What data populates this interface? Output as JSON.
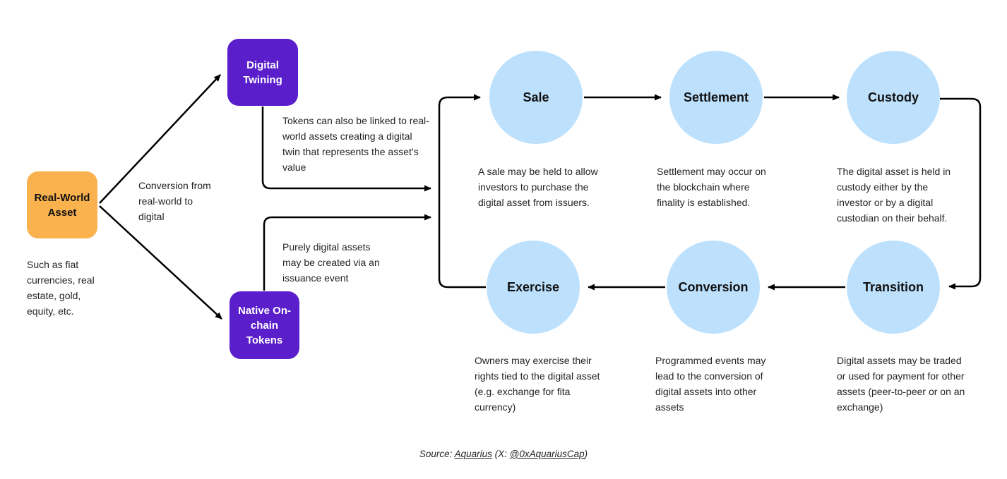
{
  "colors": {
    "orange": "#F9B24E",
    "purple": "#5A1ECB",
    "light_blue": "#BDE1FD",
    "line": "#000000",
    "text": "#242424"
  },
  "source_asset": {
    "title": "Real-World Asset",
    "caption": "Such as fiat currencies, real estate, gold, equity, etc."
  },
  "conversion_label": "Conversion from real-world to digital",
  "branches": [
    {
      "title": "Digital Twining",
      "description": "Tokens can also be linked to real-world assets creating a digital twin that represents the asset’s value"
    },
    {
      "title": "Native On-chain Tokens",
      "description": "Purely digital assets may be created via an issuance event"
    }
  ],
  "lifecycle": [
    {
      "label": "Sale",
      "description": "A sale may be held to allow investors to purchase the digital asset from issuers."
    },
    {
      "label": "Settlement",
      "description": "Settlement may occur on the blockchain where finality is established."
    },
    {
      "label": "Custody",
      "description": "The digital asset is held in custody either by the investor or by a digital custodian on their behalf."
    },
    {
      "label": "Transition",
      "description": "Digital assets may be traded or used for payment for other assets (peer-to-peer or on an exchange)"
    },
    {
      "label": "Conversion",
      "description": "Programmed events may lead to the conversion of digital assets into other assets"
    },
    {
      "label": "Exercise",
      "description": "Owners may exercise their rights tied to the digital asset (e.g. exchange for fita currency)"
    }
  ],
  "source": {
    "prefix": "Source: ",
    "link1": "Aquarius",
    "middle": " (X: ",
    "link2": "@0xAquariusCap",
    "suffix": ")"
  }
}
